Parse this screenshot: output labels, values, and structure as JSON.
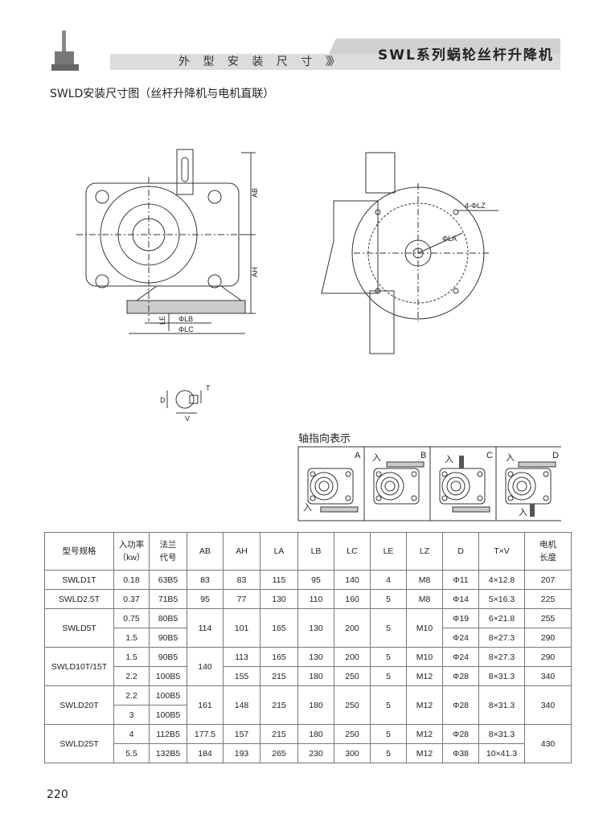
{
  "header": {
    "section": "外 型 安 装 尺 寸",
    "chevrons": "》》",
    "series": "SWL系列蜗轮丝杆升降机"
  },
  "subtitle": "SWLD安装尺寸图（丝杆升降机与电机直联）",
  "drawing_labels": {
    "AB": "AB",
    "AH": "AH",
    "LE": "LE",
    "LB": "ΦLB",
    "LC": "ΦLC",
    "LZ": "4-ΦLZ",
    "LA": "ΦLA",
    "D": "D",
    "T": "T",
    "V": "V"
  },
  "axis": {
    "title": "轴指向表示",
    "input": "入",
    "views": [
      "A",
      "B",
      "C",
      "D"
    ]
  },
  "table": {
    "headers": [
      "型号规格",
      "入功率\n（kw）",
      "法兰\n代号",
      "AB",
      "AH",
      "LA",
      "LB",
      "LC",
      "LE",
      "LZ",
      "D",
      "T×V",
      "电机\n长度"
    ],
    "rows": [
      [
        {
          "v": "SWLD1T"
        },
        {
          "v": "0.18"
        },
        {
          "v": "63B5"
        },
        {
          "v": "83"
        },
        {
          "v": "83"
        },
        {
          "v": "115"
        },
        {
          "v": "95"
        },
        {
          "v": "140"
        },
        {
          "v": "4"
        },
        {
          "v": "M8"
        },
        {
          "v": "Φ11"
        },
        {
          "v": "4×12.8"
        },
        {
          "v": "207"
        }
      ],
      [
        {
          "v": "SWLD2.5T"
        },
        {
          "v": "0.37"
        },
        {
          "v": "71B5"
        },
        {
          "v": "95"
        },
        {
          "v": "77"
        },
        {
          "v": "130"
        },
        {
          "v": "110"
        },
        {
          "v": "160"
        },
        {
          "v": "5"
        },
        {
          "v": "M8"
        },
        {
          "v": "Φ14"
        },
        {
          "v": "5×16.3"
        },
        {
          "v": "225"
        }
      ],
      [
        {
          "v": "SWLD5T",
          "rs": 2
        },
        {
          "v": "0.75"
        },
        {
          "v": "80B5"
        },
        {
          "v": "114",
          "rs": 2
        },
        {
          "v": "101",
          "rs": 2
        },
        {
          "v": "165",
          "rs": 2
        },
        {
          "v": "130",
          "rs": 2
        },
        {
          "v": "200",
          "rs": 2
        },
        {
          "v": "5",
          "rs": 2
        },
        {
          "v": "M10",
          "rs": 2
        },
        {
          "v": "Φ19"
        },
        {
          "v": "6×21.8"
        },
        {
          "v": "255"
        }
      ],
      [
        {
          "v": "1.5"
        },
        {
          "v": "90B5"
        },
        {
          "v": "Φ24"
        },
        {
          "v": "8×27.3"
        },
        {
          "v": "290"
        }
      ],
      [
        {
          "v": "SWLD10T/15T",
          "rs": 2
        },
        {
          "v": "1.5"
        },
        {
          "v": "90B5"
        },
        {
          "v": "140",
          "rs": 2
        },
        {
          "v": "113"
        },
        {
          "v": "165"
        },
        {
          "v": "130"
        },
        {
          "v": "200"
        },
        {
          "v": "5"
        },
        {
          "v": "M10"
        },
        {
          "v": "Φ24"
        },
        {
          "v": "8×27.3"
        },
        {
          "v": "290"
        }
      ],
      [
        {
          "v": "2.2"
        },
        {
          "v": "100B5"
        },
        {
          "v": "155"
        },
        {
          "v": "215"
        },
        {
          "v": "180"
        },
        {
          "v": "250"
        },
        {
          "v": "5"
        },
        {
          "v": "M12"
        },
        {
          "v": "Φ28"
        },
        {
          "v": "8×31.3"
        },
        {
          "v": "340"
        }
      ],
      [
        {
          "v": "SWLD20T",
          "rs": 2
        },
        {
          "v": "2.2"
        },
        {
          "v": "100B5"
        },
        {
          "v": "161",
          "rs": 2
        },
        {
          "v": "148",
          "rs": 2
        },
        {
          "v": "215",
          "rs": 2
        },
        {
          "v": "180",
          "rs": 2
        },
        {
          "v": "250",
          "rs": 2
        },
        {
          "v": "5",
          "rs": 2
        },
        {
          "v": "M12",
          "rs": 2
        },
        {
          "v": "Φ28",
          "rs": 2
        },
        {
          "v": "8×31.3",
          "rs": 2
        },
        {
          "v": "340",
          "rs": 2
        }
      ],
      [
        {
          "v": "3"
        },
        {
          "v": "100B5"
        }
      ],
      [
        {
          "v": "SWLD25T",
          "rs": 2
        },
        {
          "v": "4"
        },
        {
          "v": "112B5"
        },
        {
          "v": "177.5"
        },
        {
          "v": "157"
        },
        {
          "v": "215"
        },
        {
          "v": "180"
        },
        {
          "v": "250"
        },
        {
          "v": "5"
        },
        {
          "v": "M12"
        },
        {
          "v": "Φ28"
        },
        {
          "v": "8×31.3"
        },
        {
          "v": "430",
          "rs": 2
        }
      ],
      [
        {
          "v": "5.5"
        },
        {
          "v": "132B5"
        },
        {
          "v": "184"
        },
        {
          "v": "193"
        },
        {
          "v": "265"
        },
        {
          "v": "230"
        },
        {
          "v": "300"
        },
        {
          "v": "5"
        },
        {
          "v": "M12"
        },
        {
          "v": "Φ38"
        },
        {
          "v": "10×41.3"
        }
      ]
    ]
  },
  "page_number": "220"
}
